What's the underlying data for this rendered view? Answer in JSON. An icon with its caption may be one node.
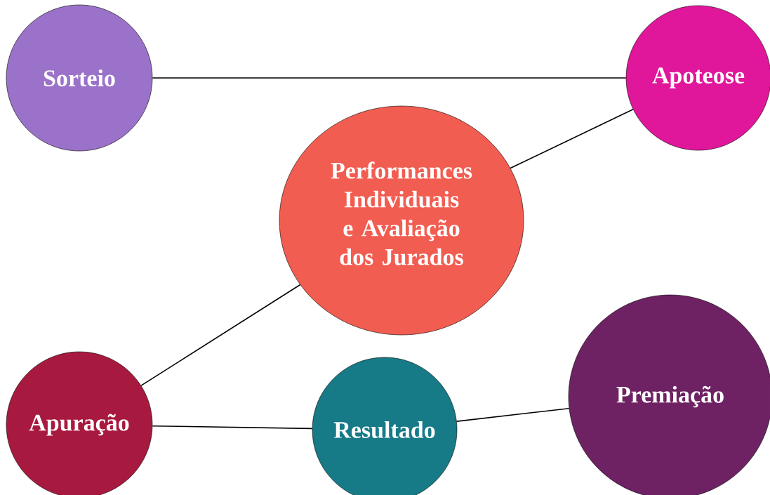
{
  "diagram": {
    "nodes": [
      {
        "text": [
          "Sorteio"
        ]
      },
      {
        "text": [
          "Apoteose"
        ]
      },
      {
        "text": [
          "Performances Individuais e Avaliação dos Jurados"
        ]
      },
      {
        "text": [
          "Apuração"
        ]
      },
      {
        "text": [
          "Resultado"
        ]
      },
      {
        "text": [
          "Premiação"
        ]
      }
    ],
    "edges": [
      {
        "from": 0,
        "to": 1,
        "arrow": "none"
      },
      {
        "from": 2,
        "to": 1,
        "arrow": "none"
      },
      {
        "from": 2,
        "to": 3,
        "arrow": "none"
      },
      {
        "from": 3,
        "to": 4,
        "arrow": "none"
      },
      {
        "from": 4,
        "to": 5,
        "arrow": "none"
      }
    ]
  }
}
